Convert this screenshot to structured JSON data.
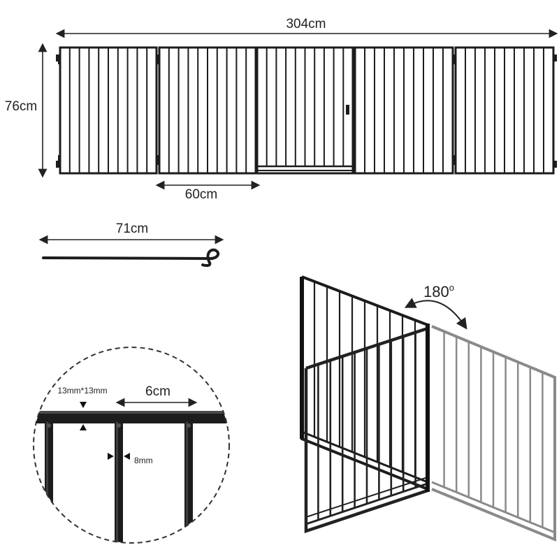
{
  "dimensions": {
    "total_width": "304cm",
    "height": "76cm",
    "panel_width": "60cm",
    "rod_length": "71cm",
    "rotation": "180",
    "rotation_unit": "o",
    "frame_tube": "13mm*13mm",
    "bar_spacing": "6cm",
    "bar_diameter": "8mm"
  },
  "colors": {
    "frame": "#1c1c1c",
    "faded_frame": "#8a8a8a",
    "dimension_line": "#222222"
  }
}
